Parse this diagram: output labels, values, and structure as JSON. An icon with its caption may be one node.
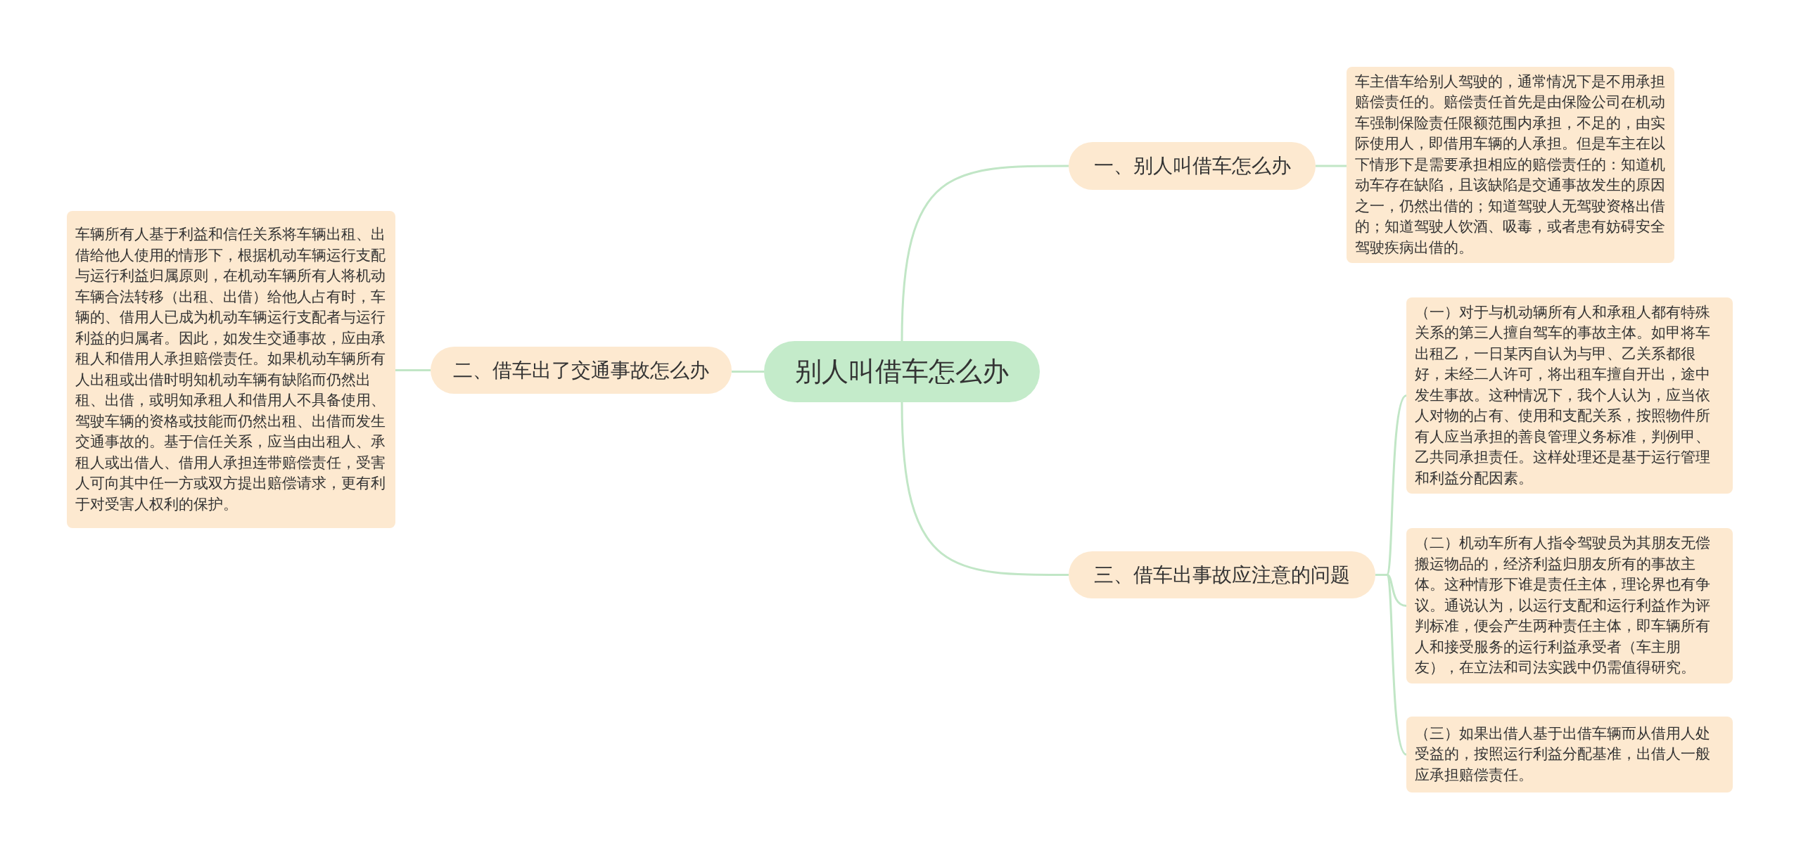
{
  "diagram": {
    "nodes": [
      {
        "text": [
          "别人叫借车怎么办"
        ]
      },
      {
        "text": [
          "一、别人叫借车怎么办"
        ]
      },
      {
        "text": [
          "车主借车给别人驾驶的，通常情况下是不用承担赔偿责任的。赔偿责任首先是由保险公司在机动车强制保险责任限额范围内承担，不足的，由实际使用人，即借用车辆的人承担。但是车主在以下情形下是需要承担相应的赔偿责任的：知道机动车存在缺陷，且该缺陷是交通事故发生的原因之一，仍然出借的；知道驾驶人无驾驶资格出借的；知道驾驶人饮酒、吸毒，或者患有妨碍安全驾驶疾病出借的。"
        ]
      },
      {
        "text": [
          "二、借车出了交通事故怎么办"
        ]
      },
      {
        "text": [
          "车辆所有人基于利益和信任关系将车辆出租、出借给他人使用的情形下，根据机动车辆运行支配与运行利益归属原则，在机动车辆所有人将机动车辆合法转移（出租、出借）给他人占有时，车辆的、借用人已成为机动车辆运行支配者与运行利益的归属者。因此，如发生交通事故，应由承租人和借用人承担赔偿责任。如果机动车辆所有人出租或出借时明知机动车辆有缺陷而仍然出租、出借，或明知承租人和借用人不具备使用、驾驶车辆的资格或技能而仍然出租、出借而发生交通事故的。基于信任关系，应当由出租人、承租人或出借人、借用人承担连带赔偿责任，受害人可向其中任一方或双方提出赔偿请求，更有利于对受害人权利的保护。"
        ]
      },
      {
        "text": [
          "三、借车出事故应注意的问题"
        ]
      },
      {
        "text": [
          "（一）对于与机动辆所有人和承租人都有特殊关系的第三人擅自驾车的事故主体。如甲将车出租乙，一日某丙自认为与甲、乙关系都很好，未经二人许可，将出租车擅自开出，途中发生事故。这种情况下，我个人认为，应当依人对物的占有、使用和支配关系，按照物件所有人应当承担的善良管理义务标准，判例甲、乙共同承担责任。这样处理还是基于运行管理和利益分配因素。"
        ]
      },
      {
        "text": [
          "（二）机动车所有人指令驾驶员为其朋友无偿搬运物品的，经济利益归朋友所有的事故主体。这种情形下谁是责任主体，理论界也有争议。通说认为，以运行支配和运行利益作为评判标准，便会产生两种责任主体，即车辆所有人和接受服务的运行利益承受者（车主朋友），在立法和司法实践中仍需值得研究。"
        ]
      },
      {
        "text": [
          "（三）如果出借人基于出借车辆而从借用人处受益的，按照运行利益分配基准，出借人一般应承担赔偿责任。"
        ]
      }
    ],
    "edges": [
      {
        "from": 0,
        "to": 1,
        "arrow": "none"
      },
      {
        "from": 1,
        "to": 2,
        "arrow": "none"
      },
      {
        "from": 0,
        "to": 3,
        "arrow": "none"
      },
      {
        "from": 3,
        "to": 4,
        "arrow": "none"
      },
      {
        "from": 0,
        "to": 5,
        "arrow": "none"
      },
      {
        "from": 5,
        "to": 6,
        "arrow": "none"
      },
      {
        "from": 5,
        "to": 7,
        "arrow": "none"
      },
      {
        "from": 5,
        "to": 8,
        "arrow": "none"
      }
    ]
  }
}
